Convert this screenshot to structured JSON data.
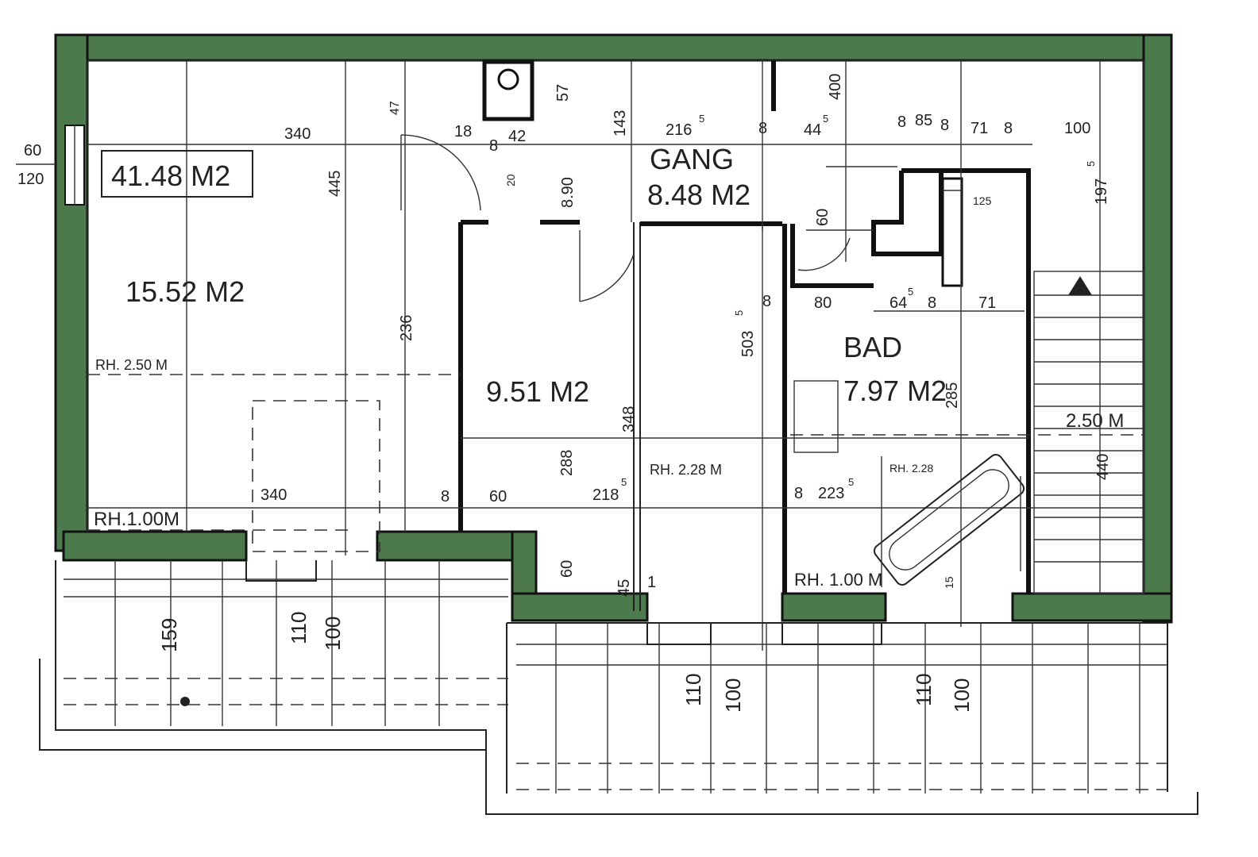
{
  "plan": {
    "total_area": "41.48 M2",
    "rooms": [
      {
        "id": "living",
        "name": "",
        "area": "15.52 M2"
      },
      {
        "id": "gang",
        "name": "GANG",
        "area": "8.48 M2"
      },
      {
        "id": "room2",
        "name": "",
        "area": "9.51 M2"
      },
      {
        "id": "bad",
        "name": "BAD",
        "area": "7.97 M2"
      }
    ],
    "room_heights": {
      "rh_250_living": "RH. 2.50 M",
      "rh_100_left": "RH.1.00M",
      "rh_228": "RH. 2.28 M",
      "rh_228_bath": "RH. 2.28",
      "rh_100_bath": "RH. 1.00 M",
      "stair_250": "2.50 M"
    },
    "window_left": {
      "top": "60",
      "bottom": "120"
    },
    "dimensions": {
      "d340_top": "340",
      "d445": "445",
      "d47": "47",
      "d57": "57",
      "d18": "18",
      "d8a": "8",
      "d42": "42",
      "d20": "20",
      "d143": "143",
      "d216": "216",
      "d5a": "5",
      "d8b": "8",
      "d44": "44",
      "d5b": "5",
      "d400": "400",
      "d8c": "8",
      "d85": "85",
      "d8d": "8",
      "d71a": "71",
      "d8e": "8",
      "d100a": "100",
      "d1975": "197",
      "d5c": "5",
      "d890": "8.90",
      "d236": "236",
      "d8f": "8",
      "d60a": "60",
      "d80": "80",
      "d645": "64",
      "d5d": "5",
      "d8g": "8",
      "d71b": "71",
      "d125": "125",
      "d5035": "503",
      "d5e": "5",
      "d8h": "8",
      "d348": "348",
      "d288": "288",
      "d285": "285",
      "d440": "440",
      "d340_bot": "340",
      "d8i": "8",
      "d60b": "60",
      "d2185": "218",
      "d5f": "5",
      "d8j": "8",
      "d2235": "223",
      "d5g": "5",
      "d60c": "60",
      "d45": "45",
      "d1": "1",
      "d15": "15",
      "b159": "159",
      "b110a": "110",
      "b100a": "100",
      "b110b": "110",
      "b100b": "100",
      "b110c": "110",
      "b100c": "100"
    }
  }
}
